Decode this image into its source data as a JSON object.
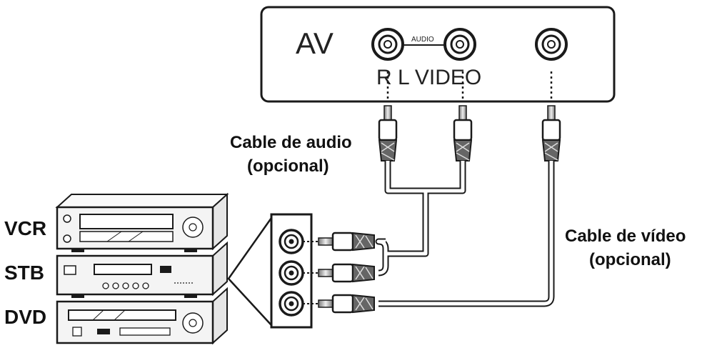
{
  "tv_panel": {
    "title": "AV",
    "audio_tag": "AUDIO",
    "jack_labels": "R L VIDEO"
  },
  "cables": {
    "audio_label_line1": "Cable de audio",
    "audio_label_line2": "(opcional)",
    "video_label_line1": "Cable de vídeo",
    "video_label_line2": "(opcional)"
  },
  "devices": {
    "vcr": "VCR",
    "stb": "STB",
    "dvd": "DVD"
  },
  "colors": {
    "line": "#1a1a1a",
    "panel_fill": "#ffffff",
    "device_fill": "#f4f4f4"
  }
}
